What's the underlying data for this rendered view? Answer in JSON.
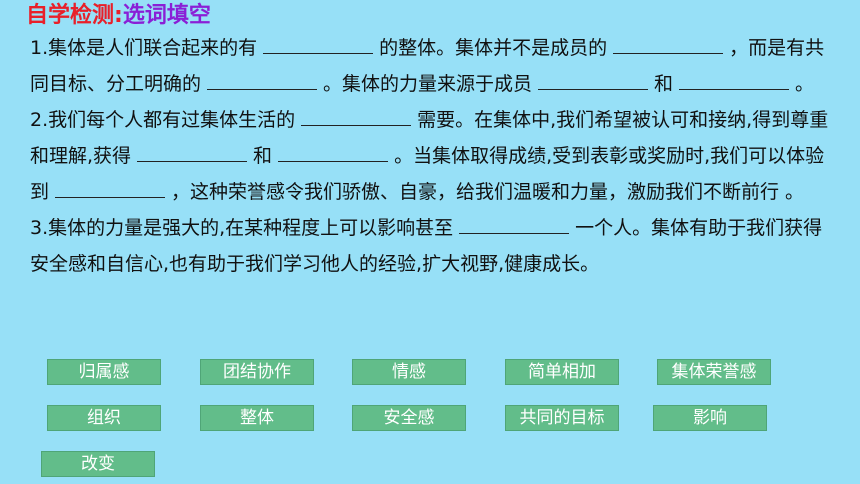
{
  "title": {
    "part1": "自学检测:",
    "part2": "选词填空"
  },
  "paragraph1": {
    "s1": "1.集体是人们联合起来的有",
    "s2": "的整体。集体并不是成员的",
    "s3": "，而是有共同目标、分工明确的",
    "s4": "。集体的力量来源于成员",
    "s5": "和",
    "s6": "。"
  },
  "paragraph2": {
    "s1": "2.我们每个人都有过集体生活的",
    "s2": "需要。在集体中,我们希望被认可和接纳,得到尊重和理解,获得",
    "s3": "和",
    "s4": "。当集体取得成绩,受到表彰或奖励时,我们可以体验到",
    "s5": "，这种荣誉感令我们骄傲、自豪，给我们温暖和力量，激励我们不断前行 。"
  },
  "paragraph3": {
    "s1": "3.集体的力量是强大的,在某种程度上可以影响甚至",
    "s2": "一个人。集体有助于我们获得安全感和自信心,也有助于我们学习他人的经验,扩大视野,健康成长。"
  },
  "word_bank": [
    "归属感",
    "团结协作",
    "情感",
    "简单相加",
    "集体荣誉感",
    "组织",
    "整体",
    "安全感",
    "共同的目标",
    "影响",
    "改变"
  ],
  "colors": {
    "background": "#97e0f7",
    "title_red": "#e8202a",
    "title_purple": "#8a1fd6",
    "button_green": "#62bd8a"
  }
}
